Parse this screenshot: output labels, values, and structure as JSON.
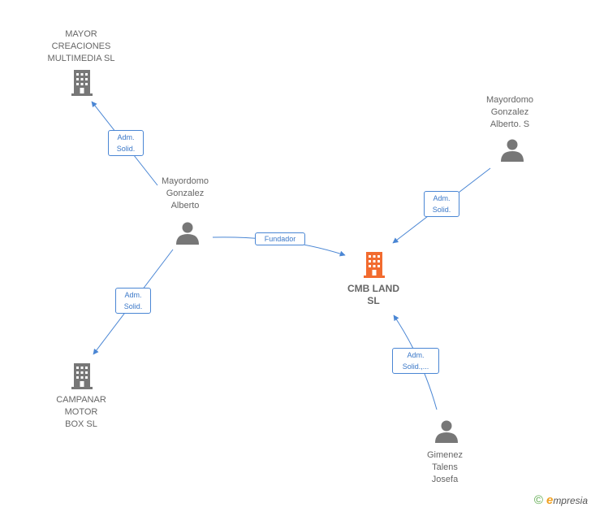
{
  "colors": {
    "edge": "#4a86d4",
    "person_icon": "#777777",
    "company_icon": "#777777",
    "focus_company_icon": "#f26b2f",
    "label": "#666666"
  },
  "nodes": {
    "mayor": {
      "label": "MAYOR\nCREACIONES\nMULTIMEDIA SL",
      "icon": "building-icon"
    },
    "person_ma": {
      "label": "Mayordomo\nGonzalez\nAlberto",
      "icon": "person-icon"
    },
    "person_mas": {
      "label": "Mayordomo\nGonzalez\nAlberto.  S",
      "icon": "person-icon"
    },
    "cmb": {
      "label": "CMB LAND\nSL",
      "icon": "building-icon"
    },
    "campanar": {
      "label": "CAMPANAR\nMOTOR\nBOX  SL",
      "icon": "building-icon"
    },
    "gimenez": {
      "label": "Gimenez\nTalens\nJosefa",
      "icon": "person-icon"
    }
  },
  "edges": {
    "ma_to_mayor": {
      "label": "Adm.\nSolid."
    },
    "ma_to_campanar": {
      "label": "Adm.\nSolid."
    },
    "ma_to_cmb": {
      "label": "Fundador"
    },
    "mas_to_cmb": {
      "label": "Adm.\nSolid."
    },
    "gimenez_to_cmb": {
      "label": "Adm.\nSolid.,..."
    }
  },
  "brand": {
    "copyright": "©",
    "e": "e",
    "rest": "mpresia"
  }
}
